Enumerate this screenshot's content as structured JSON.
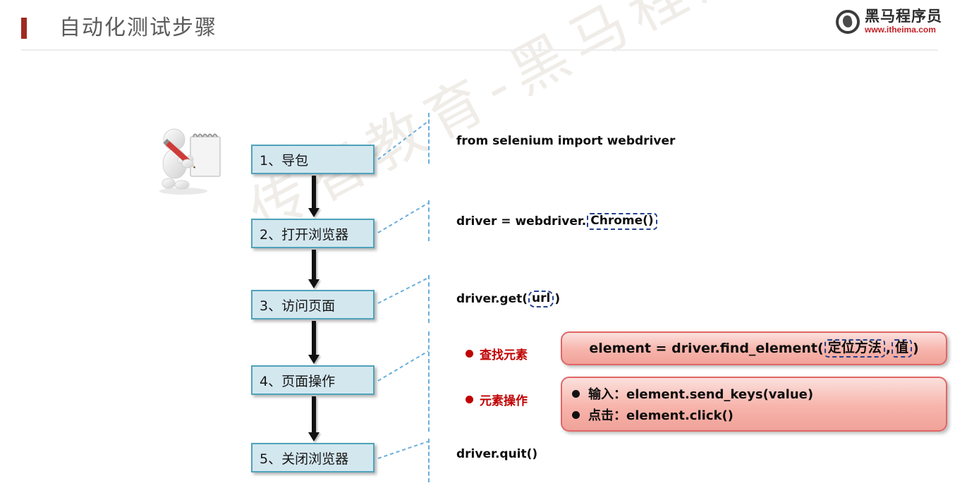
{
  "header": {
    "title": "自动化测试步骤",
    "accent_color": "#9e2a23",
    "logo_cn": "黑马程序员",
    "logo_url": "www.itheima.com",
    "logo_url_color": "#c42026"
  },
  "watermark": "传智教育-黑马程序员",
  "flow": {
    "box_fill": "#d3e7ef",
    "box_border": "#4fa3bb",
    "steps": [
      {
        "label": "1、导包"
      },
      {
        "label": "2、打开浏览器"
      },
      {
        "label": "3、访问页面"
      },
      {
        "label": "4、页面操作"
      },
      {
        "label": "5、关闭浏览器"
      }
    ]
  },
  "code": {
    "step1": {
      "text": "from selenium import webdriver"
    },
    "step2": {
      "prefix": "driver = webdriver.",
      "highlight": "Chrome()",
      "suffix": ""
    },
    "step3": {
      "prefix": "driver.get(",
      "highlight": "url",
      "suffix": ")"
    },
    "step5": {
      "text": "driver.quit()"
    }
  },
  "actions": {
    "find": {
      "bullet_label": "查找元素",
      "bullet_color": "#c00000",
      "callout_prefix": "element = driver.find_element(",
      "callout_hl1": "定位方法",
      "callout_mid": ", ",
      "callout_hl2": "值",
      "callout_suffix": ")"
    },
    "operate": {
      "bullet_label": "元素操作",
      "bullet_color": "#c00000",
      "items": [
        "输入：element.send_keys(value)",
        "点击：element.click()"
      ]
    }
  },
  "colors": {
    "highlight_border": "#23408e",
    "connector": "#6aaedd",
    "pink_border": "#e06666"
  }
}
